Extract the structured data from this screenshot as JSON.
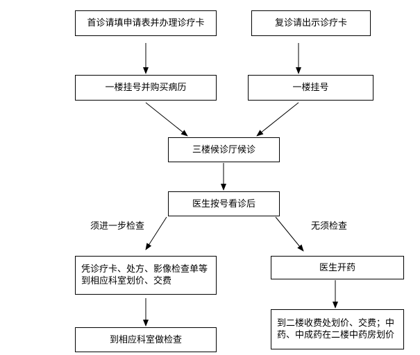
{
  "nodes": {
    "first_visit": "首诊请填申请表并办理诊疗卡",
    "return_visit": "复诊请出示诊疗卡",
    "reg_buy": "一楼挂号并购买病历",
    "reg": "一楼挂号",
    "wait": "三楼候诊厅候诊",
    "see_doctor": "医生按号看诊后",
    "card_line1": "凭诊疗卡、处方、影像检查单等",
    "card_line2": "到相应科室划价、交费",
    "exam": "到相应科室做检查",
    "prescribe": "医生开药",
    "pay_line1": "到二楼收费处划价、交费；中",
    "pay_line2": "药、中成药在二楼中药房划价"
  },
  "edge_labels": {
    "need_exam": "须进一步检查",
    "no_exam": "无须检查"
  }
}
